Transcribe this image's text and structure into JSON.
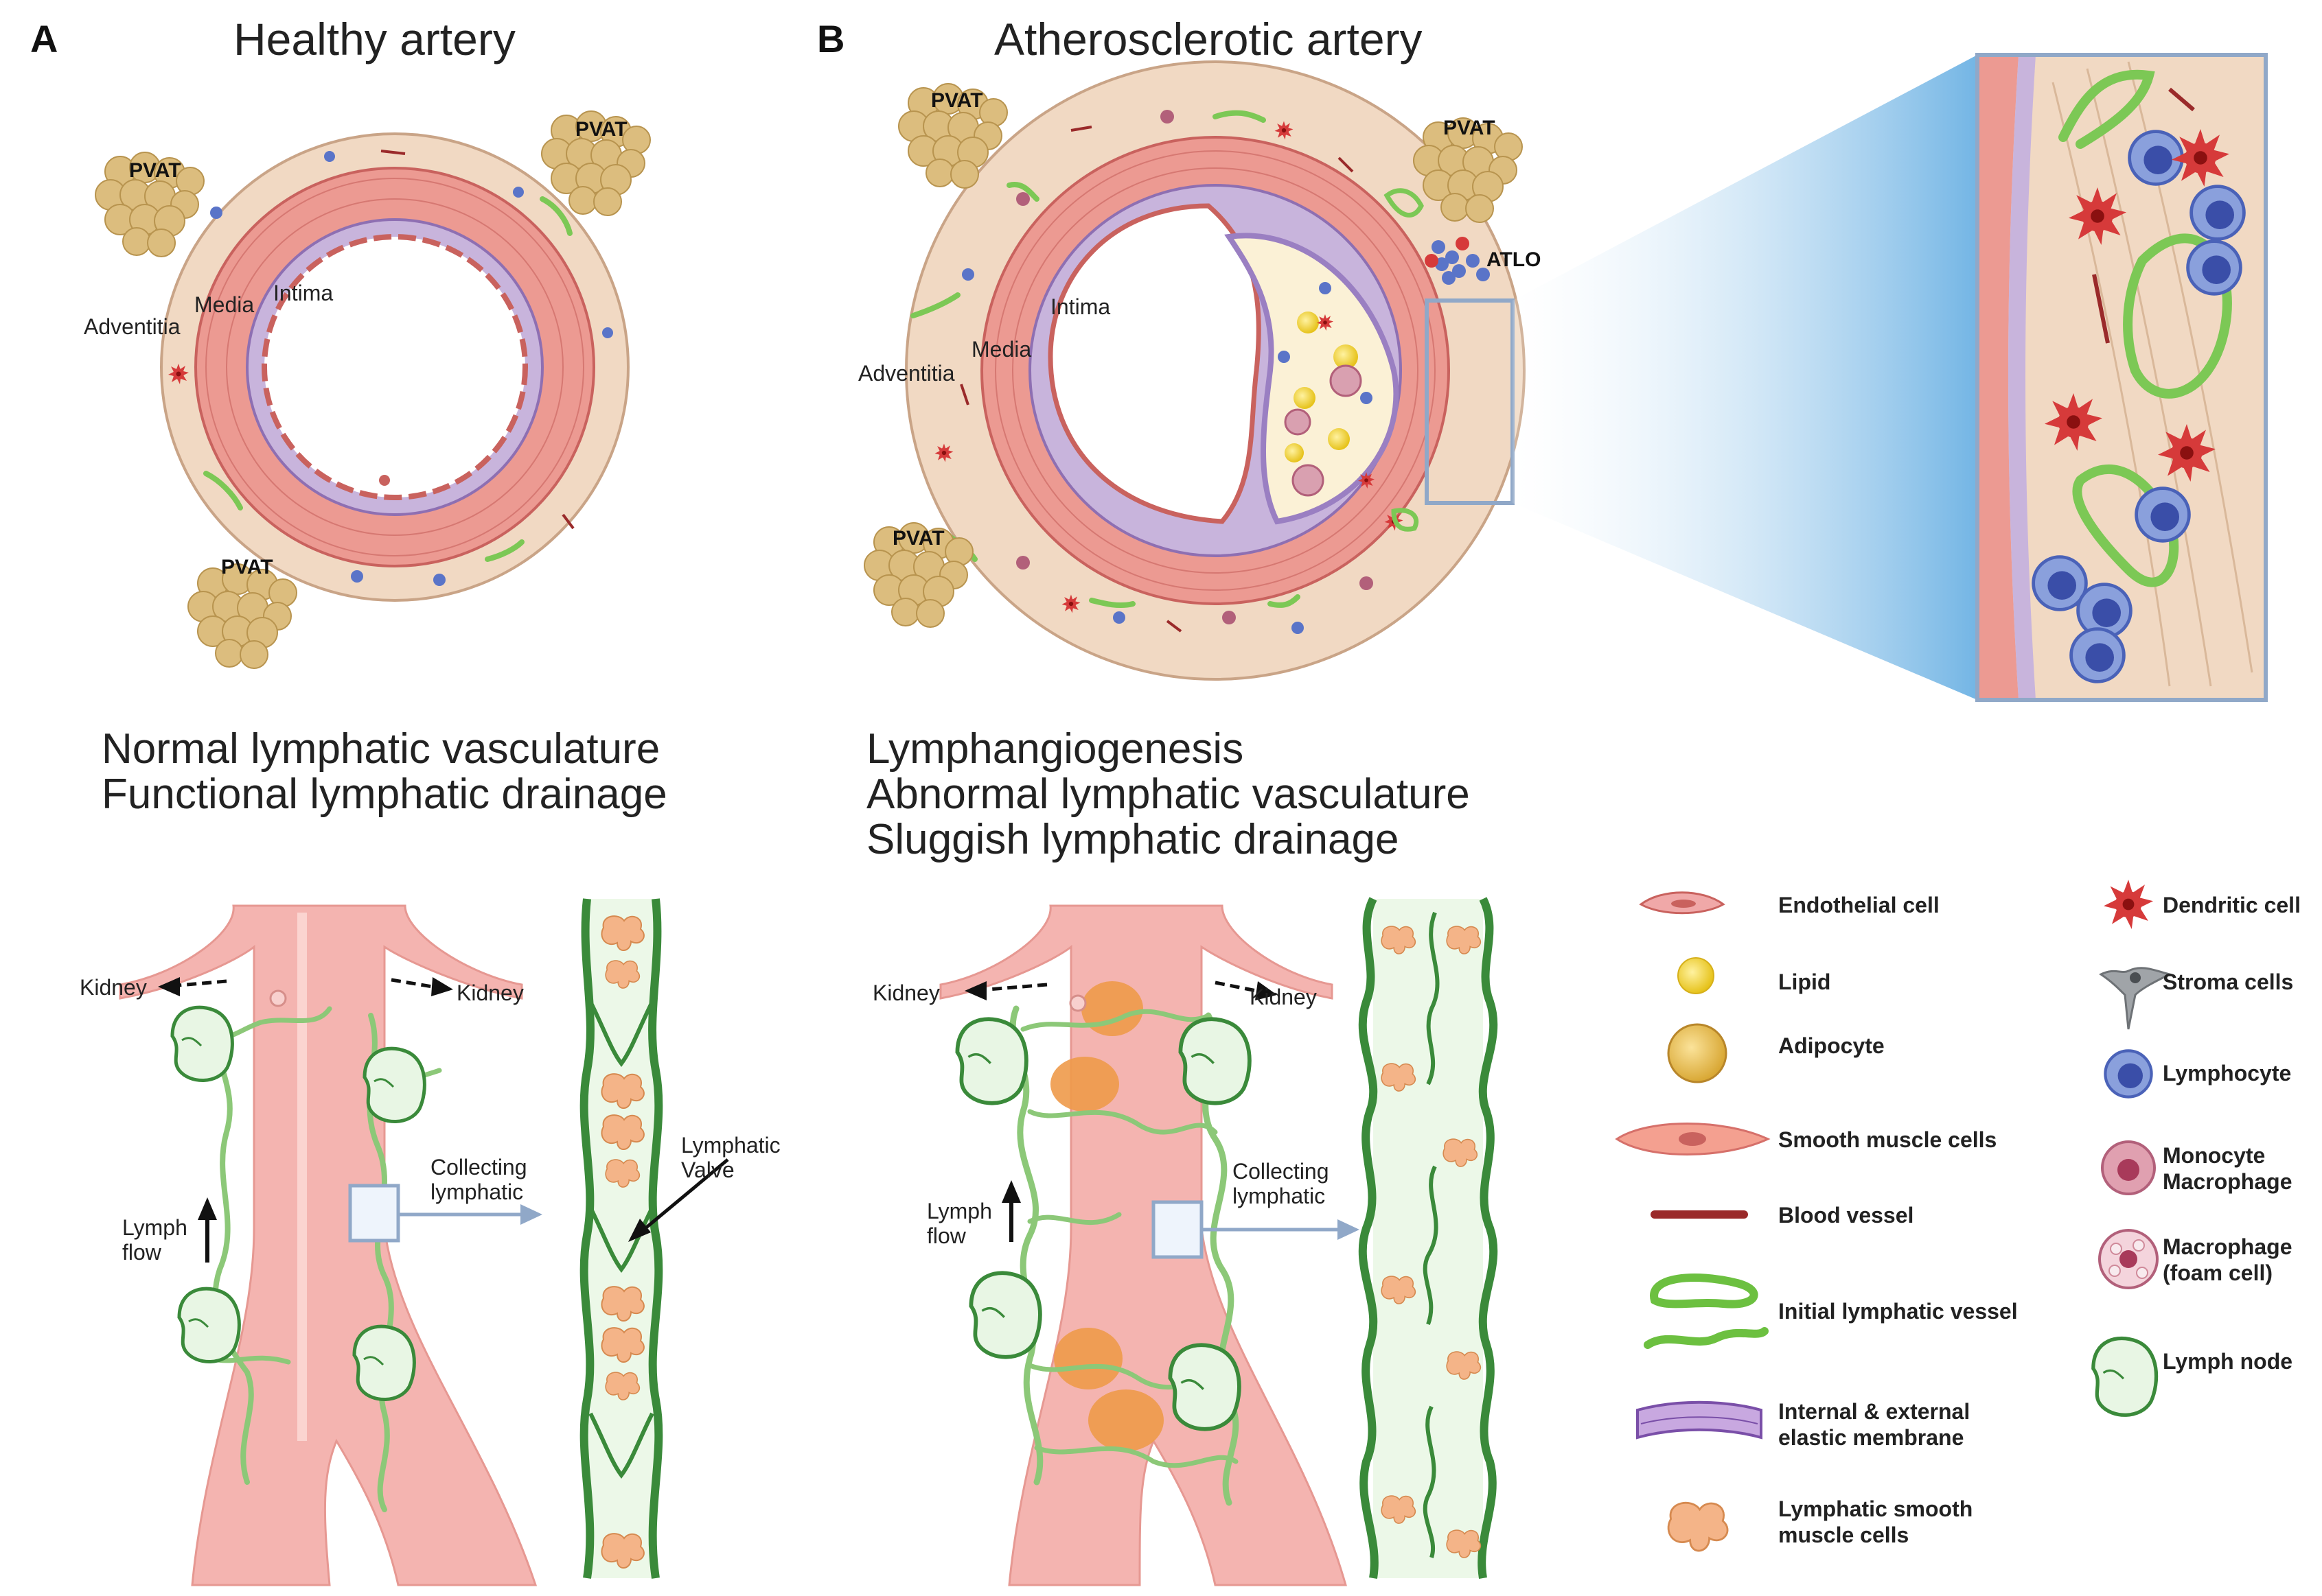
{
  "panels": {
    "a": {
      "letter": "A",
      "title": "Healthy artery",
      "layers": {
        "adventitia": "Adventitia",
        "media": "Media",
        "intima": "Intima"
      },
      "pvat": "PVAT",
      "lymph_title_1": "Normal lymphatic vasculature",
      "lymph_title_2": "Functional lymphatic drainage",
      "kidney": "Kidney",
      "lymph_flow_1": "Lymph",
      "lymph_flow_2": "flow",
      "collecting_1": "Collecting",
      "collecting_2": "lymphatic",
      "valve_1": "Lymphatic",
      "valve_2": "Valve"
    },
    "b": {
      "letter": "B",
      "title": "Atherosclerotic artery",
      "layers": {
        "adventitia": "Adventitia",
        "media": "Media",
        "intima": "Intima"
      },
      "pvat": "PVAT",
      "atlo": "ATLO",
      "lymph_title_1": "Lymphangiogenesis",
      "lymph_title_2": "Abnormal lymphatic vasculature",
      "lymph_title_3": "Sluggish lymphatic drainage",
      "kidney": "Kidney",
      "lymph_flow_1": "Lymph",
      "lymph_flow_2": "flow",
      "collecting_1": "Collecting",
      "collecting_2": "lymphatic"
    }
  },
  "legend": {
    "endothelial": "Endothelial cell",
    "lipid": "Lipid",
    "adipocyte": "Adipocyte",
    "smooth_muscle": "Smooth muscle cells",
    "blood_vessel": "Blood vessel",
    "initial_lymphatic": "Initial lymphatic vessel",
    "elastic_1": "Internal & external",
    "elastic_2": "elastic membrane",
    "lsmc_1": "Lymphatic smooth",
    "lsmc_2": "muscle cells",
    "dendritic": "Dendritic cell",
    "stroma": "Stroma cells",
    "lymphocyte": "Lymphocyte",
    "monocyte_1": "Monocyte",
    "monocyte_2": "Macrophage",
    "foam_1": "Macrophage",
    "foam_2": "(foam cell)",
    "lymph_node": "Lymph node"
  },
  "colors": {
    "adventitia": "#f1d9c3",
    "media": "#e88a86",
    "intima": "#c8b4dc",
    "lymphatic": "#7cc855",
    "lymph_node": "#e8f6e4",
    "pvat": "#d9b878",
    "lymphocyte": "#5a74c8",
    "dendritic": "#d63a3a",
    "aorta": "#f2b0b0",
    "collecting_wall": "#3a8a3a",
    "lsmc": "#f0b080"
  }
}
